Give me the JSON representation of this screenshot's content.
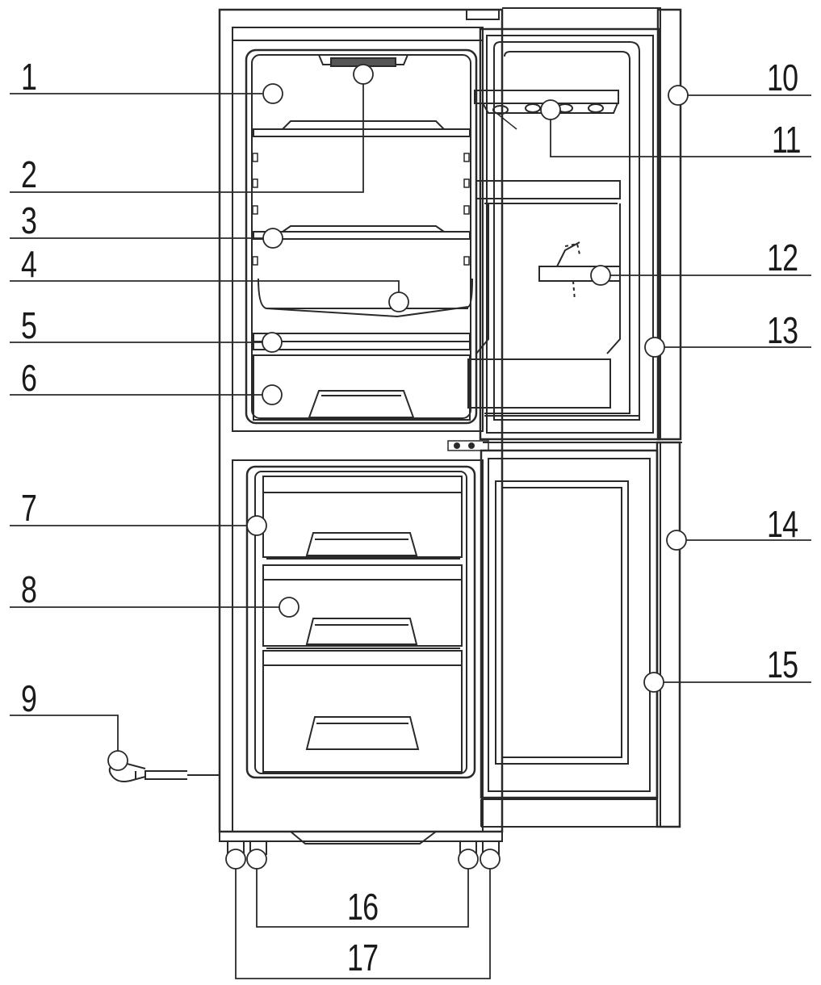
{
  "callouts": {
    "c1": "1",
    "c2": "2",
    "c3": "3",
    "c4": "4",
    "c5": "5",
    "c6": "6",
    "c7": "7",
    "c8": "8",
    "c9": "9",
    "c10": "10",
    "c11": "11",
    "c12": "12",
    "c13": "13",
    "c14": "14",
    "c15": "15",
    "c16": "16",
    "c17": "17"
  },
  "colors": {
    "line": "#2a2a2a",
    "background": "#ffffff"
  }
}
